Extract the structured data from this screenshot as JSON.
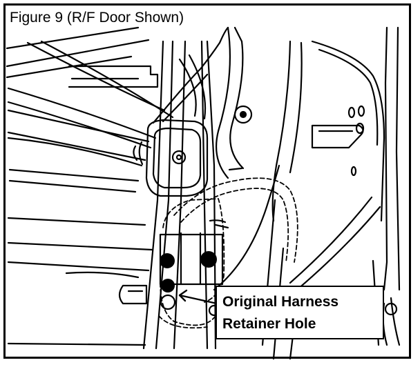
{
  "figure": {
    "title": "Figure 9 (R/F Door Shown)"
  },
  "callout": {
    "line1": "Original Harness",
    "line2": "Retainer Hole"
  },
  "colors": {
    "ink": "#000000",
    "paper": "#ffffff"
  }
}
